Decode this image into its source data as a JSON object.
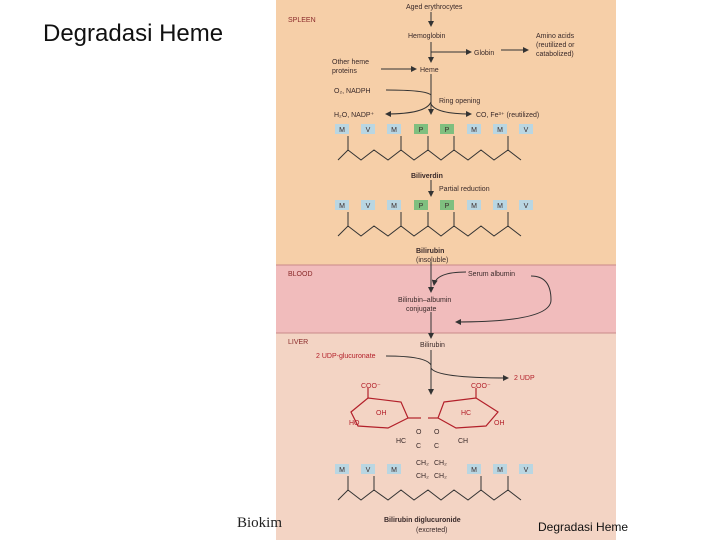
{
  "slide": {
    "title": "Degradasi Heme",
    "footer_left": "Biokim",
    "footer_right": "Degradasi Heme"
  },
  "diagram": {
    "sections": {
      "spleen": "SPLEEN",
      "blood": "BLOOD",
      "liver": "LIVER"
    },
    "nodes": {
      "aged_erythrocytes": "Aged erythrocytes",
      "hemoglobin": "Hemoglobin",
      "globin": "Globin",
      "amino_acids_1": "Amino acids",
      "amino_acids_2": "(reutilized or",
      "amino_acids_3": "catabolized)",
      "other_heme_1": "Other heme",
      "other_heme_2": "proteins",
      "heme": "Heme",
      "o2_nadph": "O₂, NADPH",
      "ring_opening": "Ring opening",
      "h2o_nadp": "H₂O, NADP⁺",
      "co_fe": "CO, Fe³⁺ (reutilized)",
      "biliverdin": "Biliverdin",
      "partial_reduction": "Partial reduction",
      "bilirubin": "Bilirubin",
      "insoluble": "(insoluble)",
      "serum_albumin": "Serum albumin",
      "complex_1": "Bilirubin–albumin",
      "complex_2": "conjugate",
      "bilirubin_liver": "Bilirubin",
      "udp_glucuronate": "2 UDP-glucuronate",
      "udp_out": "2 UDP",
      "diglucuronide": "Bilirubin diglucuronide",
      "excreted": "(excreted)"
    },
    "ring_labels": {
      "upper": [
        "M",
        "V",
        "M",
        "P",
        "P",
        "M",
        "M",
        "V"
      ],
      "lower": [
        "M",
        "V",
        "M",
        "P",
        "P",
        "M",
        "M",
        "V"
      ],
      "bottom": [
        "M",
        "V",
        "M",
        "",
        "",
        "M",
        "M",
        "V"
      ]
    },
    "sugar": {
      "coo": "COO⁻",
      "oh": "OH",
      "ho": "HO",
      "o": "O",
      "hc": "HC",
      "ch": "CH",
      "c": "C",
      "ch2": "CH₂"
    },
    "colors": {
      "spleen_bg": "#f6cfa8",
      "blood_bg": "#f1bcbc",
      "liver_bg": "#f3d4c4",
      "ring_label_bg": "#b9d6e2",
      "p_label_bg": "#7fbf7f",
      "sugar_color": "#b3202a"
    }
  }
}
